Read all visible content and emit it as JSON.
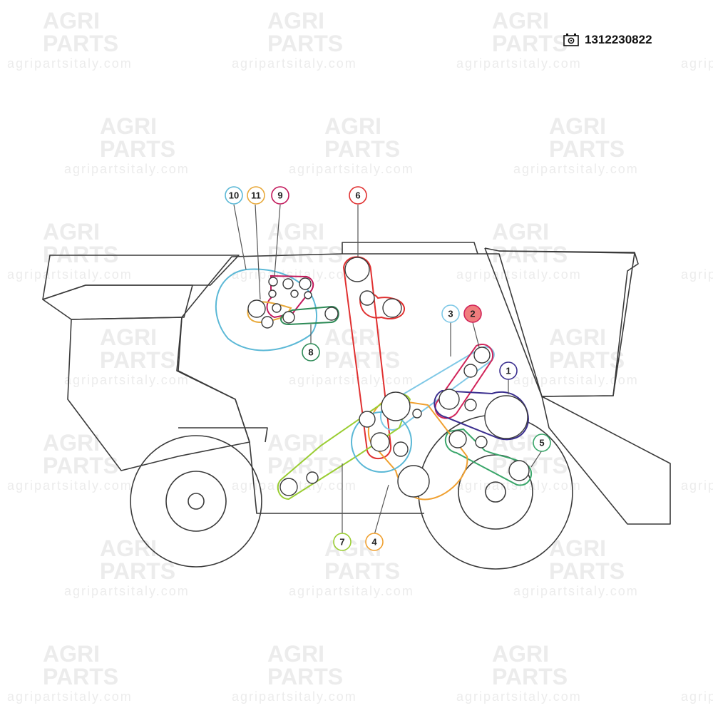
{
  "part_number": "1312230822",
  "watermark": {
    "line1": "AGRI",
    "line2": "PARTS",
    "url": "agripartsitaly.com"
  },
  "icons": {
    "part_number": "gearbox-icon"
  },
  "colors": {
    "outline": "#3a3a3a",
    "highlight": "#f07d7d",
    "belt_1": "#3b2f8f",
    "belt_2": "#d1245a",
    "belt_3": "#7fc8e6",
    "belt_4": "#f0a030",
    "belt_5": "#3aa66a",
    "belt_6": "#e03030",
    "belt_7": "#9acd32",
    "belt_8": "#2e8b57",
    "belt_9": "#c2185b",
    "belt_10": "#5bb8d6",
    "belt_11": "#e8a93a"
  },
  "callouts": [
    {
      "id": "1",
      "label": "1",
      "highlight": false
    },
    {
      "id": "2",
      "label": "2",
      "highlight": true
    },
    {
      "id": "3",
      "label": "3",
      "highlight": false
    },
    {
      "id": "4",
      "label": "4",
      "highlight": false
    },
    {
      "id": "5",
      "label": "5",
      "highlight": false
    },
    {
      "id": "6",
      "label": "6",
      "highlight": false
    },
    {
      "id": "7",
      "label": "7",
      "highlight": false
    },
    {
      "id": "8",
      "label": "8",
      "highlight": false
    },
    {
      "id": "9",
      "label": "9",
      "highlight": false
    },
    {
      "id": "10",
      "label": "10",
      "highlight": false
    },
    {
      "id": "11",
      "label": "11",
      "highlight": false
    }
  ]
}
